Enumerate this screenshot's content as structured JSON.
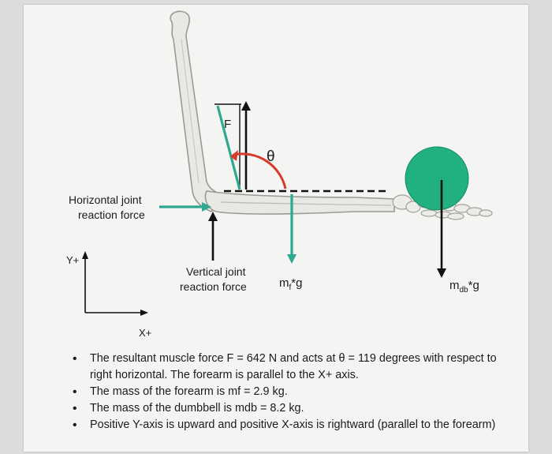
{
  "colors": {
    "teal": "#2ea88f",
    "arc_red": "#d63a2a",
    "dumbbell_green": "#21b07f",
    "black": "#111111",
    "bone_fill": "#e8e8e4",
    "bone_stroke": "#9a9a96"
  },
  "labels": {
    "F": "F",
    "theta": "θ",
    "horizontal_line1": "Horizontal joint",
    "horizontal_line2": "reaction force",
    "vertical_line1": "Vertical joint",
    "vertical_line2": "reaction force",
    "forearm_weight_main": "m",
    "forearm_weight_sub": "f",
    "forearm_weight_tail": "*g",
    "dumbbell_weight_main": "m",
    "dumbbell_weight_sub": "db",
    "dumbbell_weight_tail": "*g",
    "y_axis": "Y+",
    "x_axis": "X+"
  },
  "problem": {
    "bullets": [
      "The resultant muscle force F = 642 N and acts at θ = 119 degrees with respect to right horizontal. The forearm is parallel to the X+ axis.",
      "The mass of the forearm is mf = 2.9 kg.",
      "The mass of the dumbbell is mdb = 8.2 kg.",
      "Positive Y-axis is upward and positive X-axis is rightward (parallel to the forearm)"
    ]
  }
}
